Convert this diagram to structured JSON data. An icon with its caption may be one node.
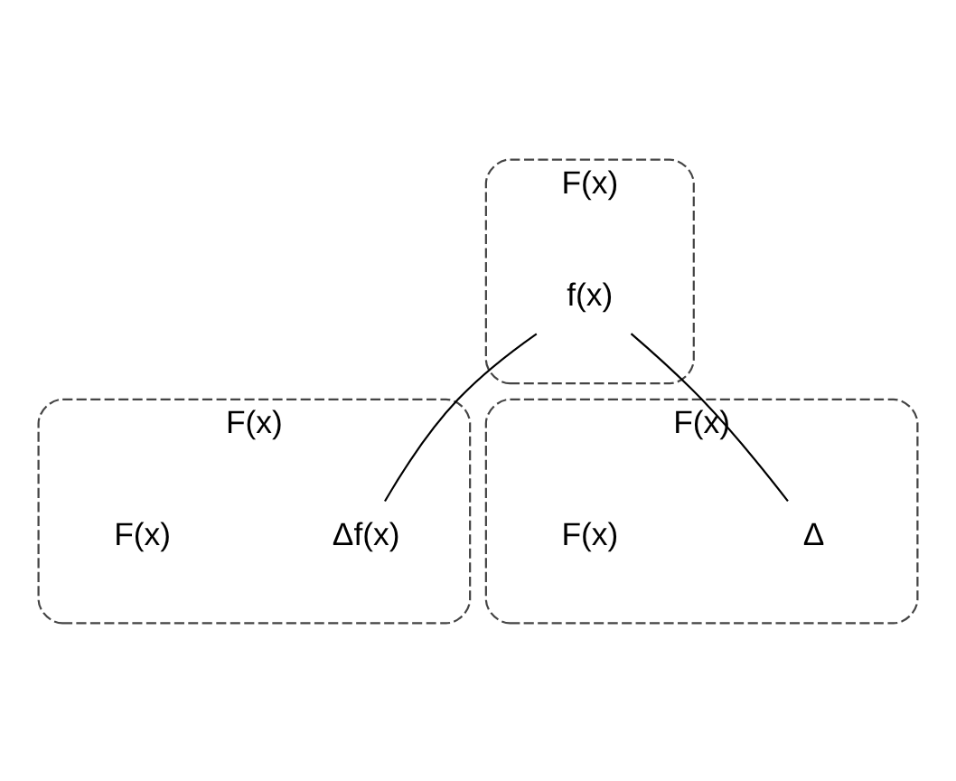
{
  "diagram": {
    "nodes": [
      {
        "text": [
          "F(x)"
        ]
      },
      {
        "text": [
          "f(x)"
        ],
        "in": 0
      },
      {
        "text": [
          "F(x)"
        ],
        "beside": [
          "F(x)"
        ]
      },
      {
        "text": [
          "Δf(x)"
        ],
        "in": 2
      },
      {
        "text": [
          "F(x)"
        ],
        "beside": [
          "F(x)"
        ]
      },
      {
        "text": [
          "Δ"
        ],
        "in": 4
      }
    ],
    "edges": [
      {
        "from": 1,
        "to": 3,
        "arrow": "none"
      },
      {
        "from": 1,
        "to": 5,
        "arrow": "none"
      }
    ]
  }
}
